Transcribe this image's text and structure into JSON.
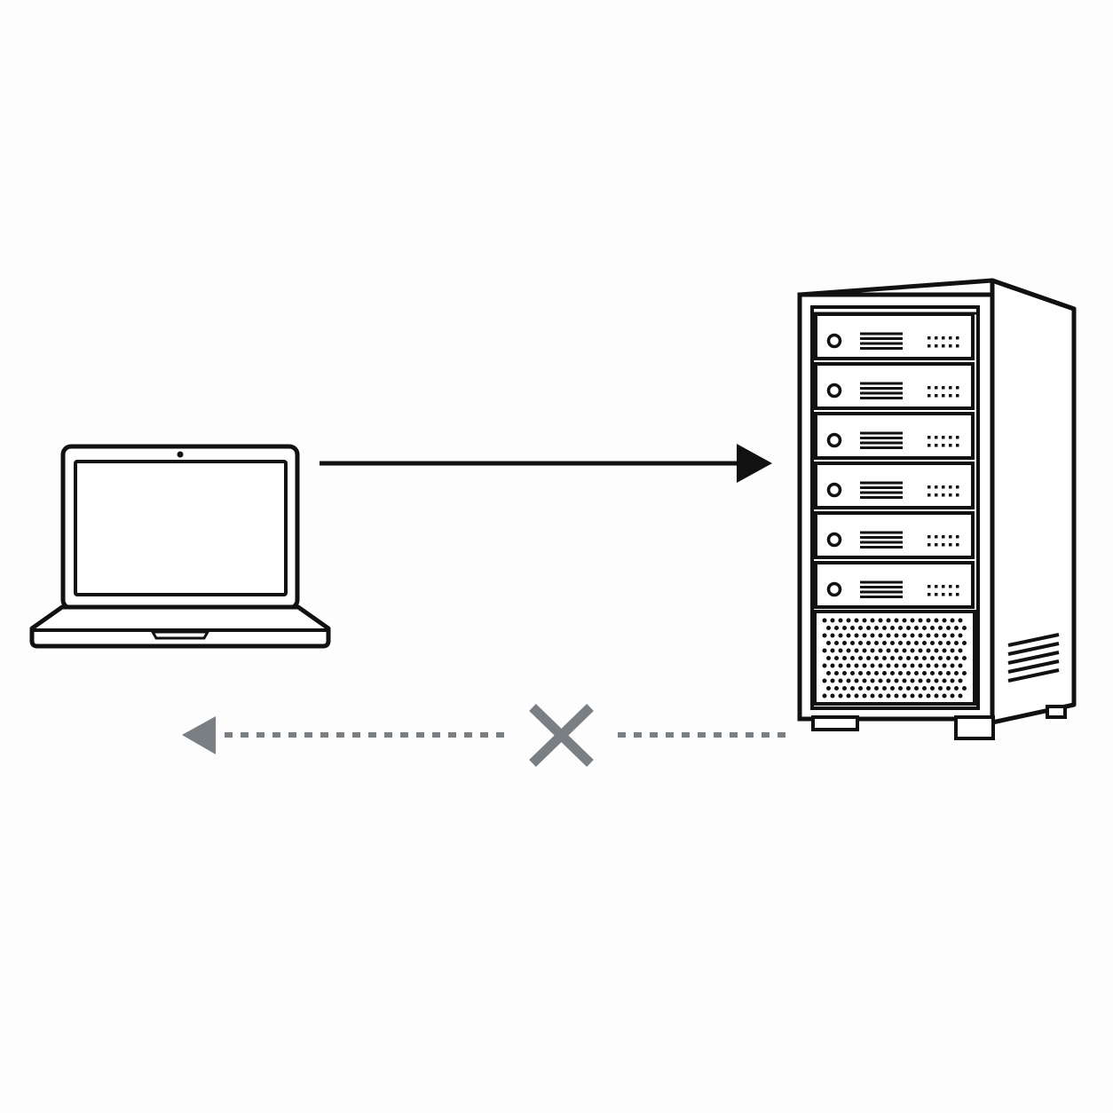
{
  "diagram": {
    "nodes": [
      {
        "id": "client",
        "icon": "laptop-icon"
      },
      {
        "id": "server",
        "icon": "server-rack-icon"
      }
    ],
    "edges": [
      {
        "from": "client",
        "to": "server",
        "style": "solid",
        "color": "#000000",
        "status": "delivered"
      },
      {
        "from": "server",
        "to": "client",
        "style": "dashed",
        "color": "#7a7f84",
        "status": "blocked",
        "marker": "x-mark-icon"
      }
    ],
    "server_units": 6
  },
  "colors": {
    "background": "#fdfdfd",
    "stroke": "#111111",
    "blocked": "#7a7f84"
  }
}
